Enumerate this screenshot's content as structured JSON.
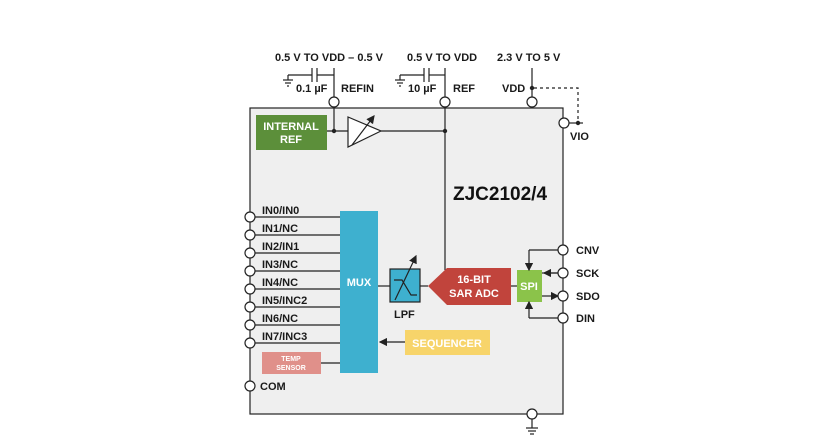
{
  "chip_name": "ZJC2102/4",
  "supplies": {
    "refin_range": "0.5 V TO VDD – 0.5 V",
    "ref_range": "0.5 V TO VDD",
    "vdd_range": "2.3 V TO 5 V",
    "refin_cap": "0.1 µF",
    "ref_cap": "10 µF"
  },
  "top_pins": {
    "refin": "REFIN",
    "ref": "REF",
    "vdd": "VDD"
  },
  "side_pins": {
    "vio": "VIO",
    "com": "COM"
  },
  "inputs": [
    "IN0/IN0",
    "IN1/NC",
    "IN2/IN1",
    "IN3/NC",
    "IN4/NC",
    "IN5/INC2",
    "IN6/NC",
    "IN7/INC3"
  ],
  "blocks": {
    "internal_ref": [
      "INTERNAL",
      "REF"
    ],
    "mux": "MUX",
    "lpf": "LPF",
    "adc": [
      "16-BIT",
      "SAR ADC"
    ],
    "spi": "SPI",
    "sequencer": "SEQUENCER",
    "temp_sensor": [
      "TEMP",
      "SENSOR"
    ]
  },
  "digital_pins": [
    "CNV",
    "SCK",
    "SDO",
    "DIN"
  ],
  "colors": {
    "chip_fill": "#efefef",
    "internal_ref": "#5c8f3a",
    "mux": "#3eb0cf",
    "lpf": "#3eb0cf",
    "adc": "#c1443c",
    "spi": "#8bc34a",
    "sequencer": "#f7d46a",
    "temp_sensor": "#e0908a"
  }
}
